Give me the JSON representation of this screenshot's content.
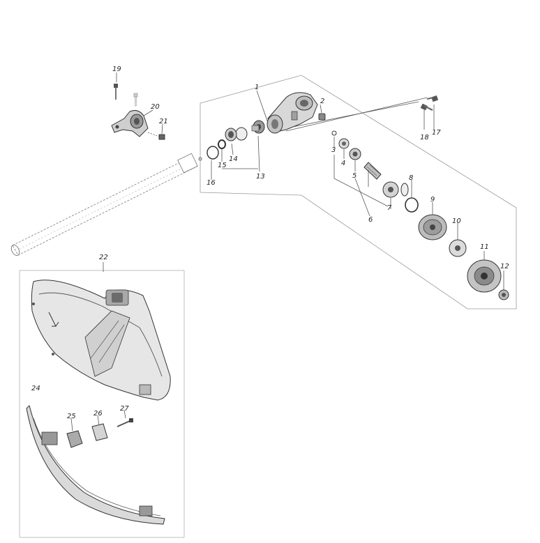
{
  "part_labels": [
    "1",
    "2",
    "3",
    "4",
    "5",
    "6",
    "7",
    "8",
    "9",
    "10",
    "11",
    "12",
    "13",
    "14",
    "15",
    "16",
    "17",
    "18",
    "19",
    "20",
    "21",
    "22",
    "24",
    "25",
    "26",
    "27"
  ]
}
